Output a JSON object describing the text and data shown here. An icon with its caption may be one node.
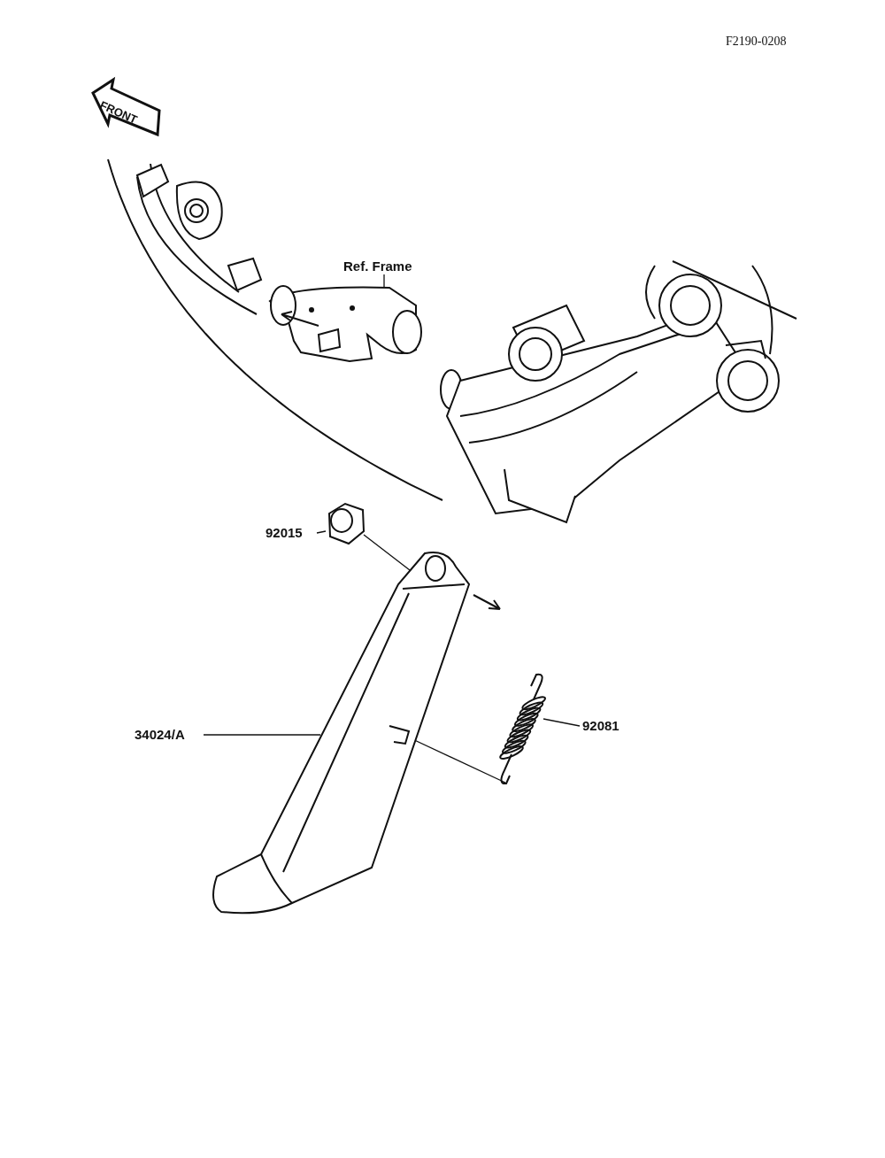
{
  "diagram": {
    "nodes": [
      {
        "text": [
          "Ref. Frame"
        ]
      },
      {
        "text": [],
        "shape": "picture"
      },
      {
        "text": [
          "92015"
        ]
      },
      {
        "text": [],
        "shape": "picture"
      },
      {
        "text": [
          "34024/A"
        ]
      },
      {
        "text": [],
        "shape": "picture"
      },
      {
        "text": [
          "92081"
        ]
      },
      {
        "text": [],
        "shape": "picture"
      }
    ],
    "edges": [
      {
        "from": 0,
        "to": 1,
        "arrow": "none"
      },
      {
        "from": 2,
        "to": 3,
        "arrow": "none"
      },
      {
        "from": 4,
        "to": 5,
        "arrow": "none"
      },
      {
        "from": 6,
        "to": 7,
        "arrow": "none"
      },
      {
        "from": 3,
        "to": 5,
        "arrow": "none"
      },
      {
        "from": 5,
        "to": 7,
        "arrow": "none"
      }
    ],
    "labels": [
      "F2190-0208",
      "FRONT"
    ]
  }
}
